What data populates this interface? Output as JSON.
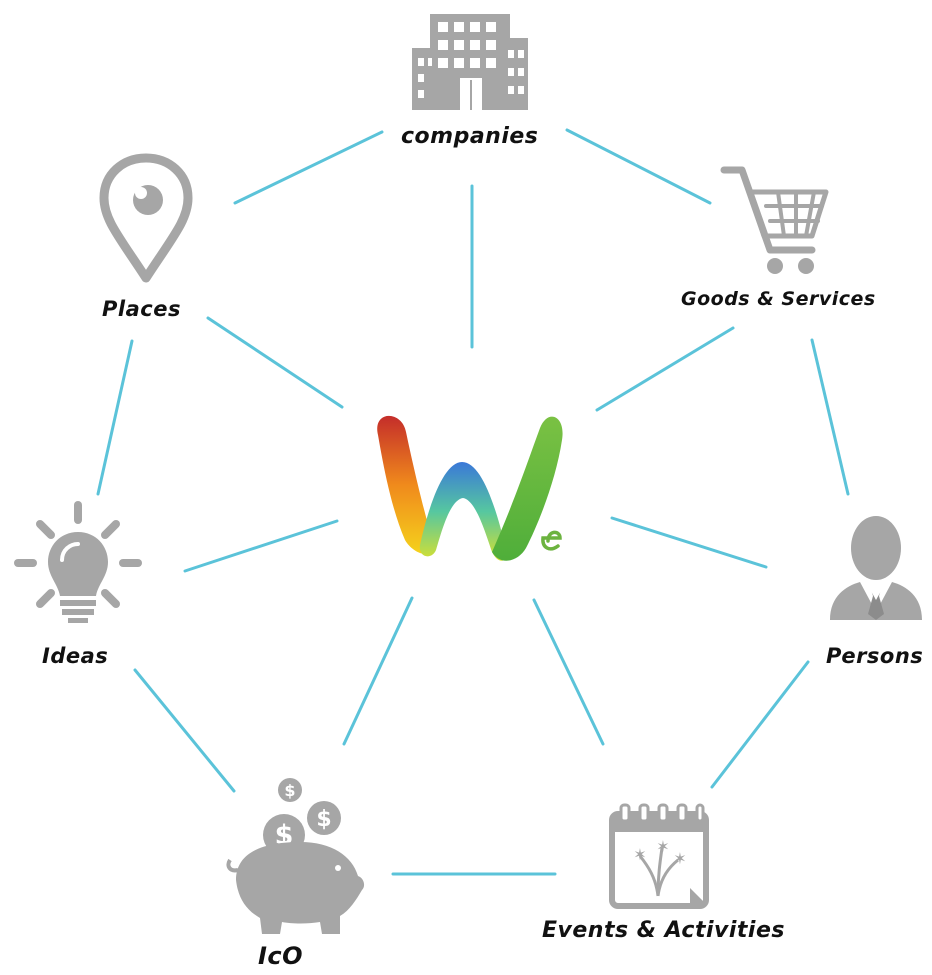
{
  "diagram": {
    "center_logo": {
      "text": "W",
      "suffix": "e"
    },
    "nodes": {
      "companies": {
        "label": "companies",
        "icon": "building-icon"
      },
      "goods": {
        "label": "Goods & Services",
        "icon": "shopping-cart-icon"
      },
      "persons": {
        "label": "Persons",
        "icon": "businessman-icon"
      },
      "events": {
        "label": "Events & Activities",
        "icon": "calendar-fireworks-icon"
      },
      "ico": {
        "label": "IcO",
        "icon": "piggy-bank-icon"
      },
      "ideas": {
        "label": "Ideas",
        "icon": "lightbulb-icon"
      },
      "places": {
        "label": "Places",
        "icon": "map-pin-icon"
      }
    },
    "colors": {
      "connector": "#5bc3d9",
      "icon_gray": "#a6a6a6",
      "label": "#111111",
      "logo_red": "#d9382a",
      "logo_orange": "#f08a1c",
      "logo_yellow": "#f5d21c",
      "logo_blue": "#3a78d8",
      "logo_green": "#7ac143"
    }
  }
}
